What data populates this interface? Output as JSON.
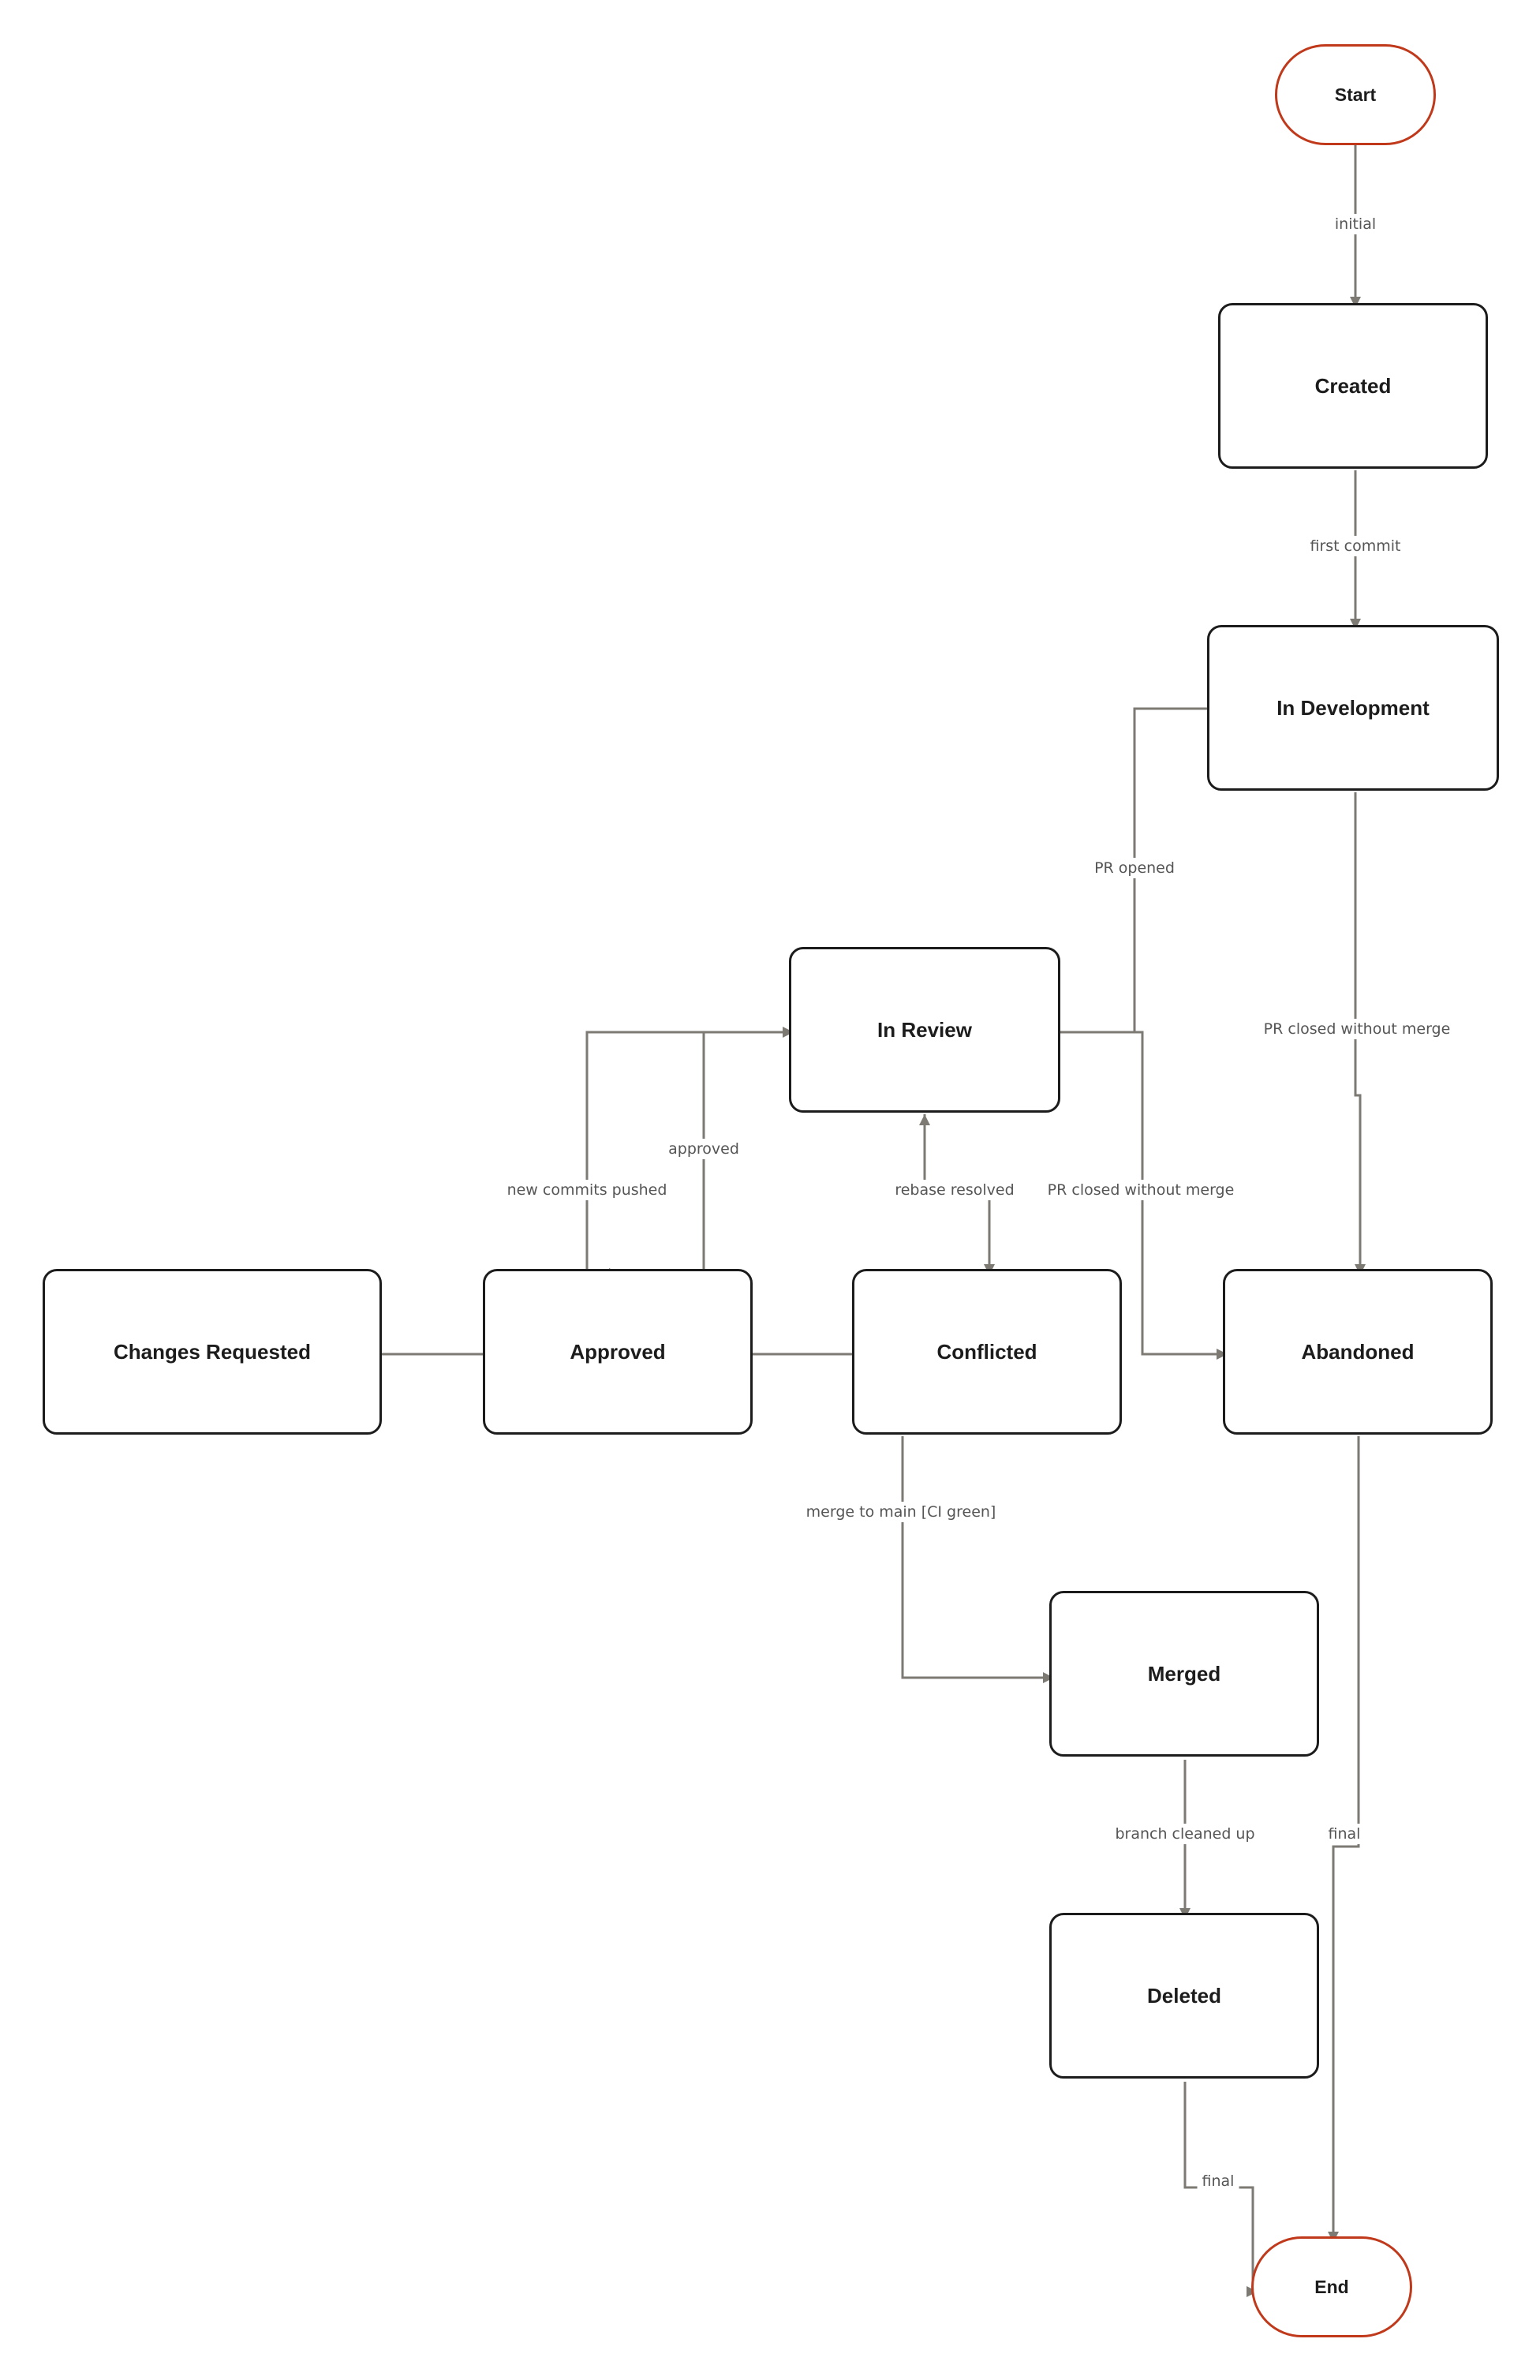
{
  "colors": {
    "edge": "#7d7a74",
    "node_border": "#1c1c1c",
    "terminal_border": "#c0391b"
  },
  "nodes": {
    "start": "Start",
    "created": "Created",
    "in_development": "In Development",
    "in_review": "In Review",
    "changes_requested": "Changes Requested",
    "approved": "Approved",
    "conflicted": "Conflicted",
    "abandoned": "Abandoned",
    "merged": "Merged",
    "deleted": "Deleted",
    "end": "End"
  },
  "edges": {
    "initial": "initial",
    "first_commit": "first commit",
    "pr_opened": "PR opened",
    "pr_closed_dev": "PR closed without merge",
    "approved": "approved",
    "new_commits_pushed": "new commits pushed",
    "rebase_resolved": "rebase resolved",
    "pr_closed_review": "PR closed without merge",
    "merge_to_main": "merge to main [CI green]",
    "branch_cleaned_up": "branch cleaned up",
    "final_abandoned": "final",
    "final_deleted": "final"
  }
}
